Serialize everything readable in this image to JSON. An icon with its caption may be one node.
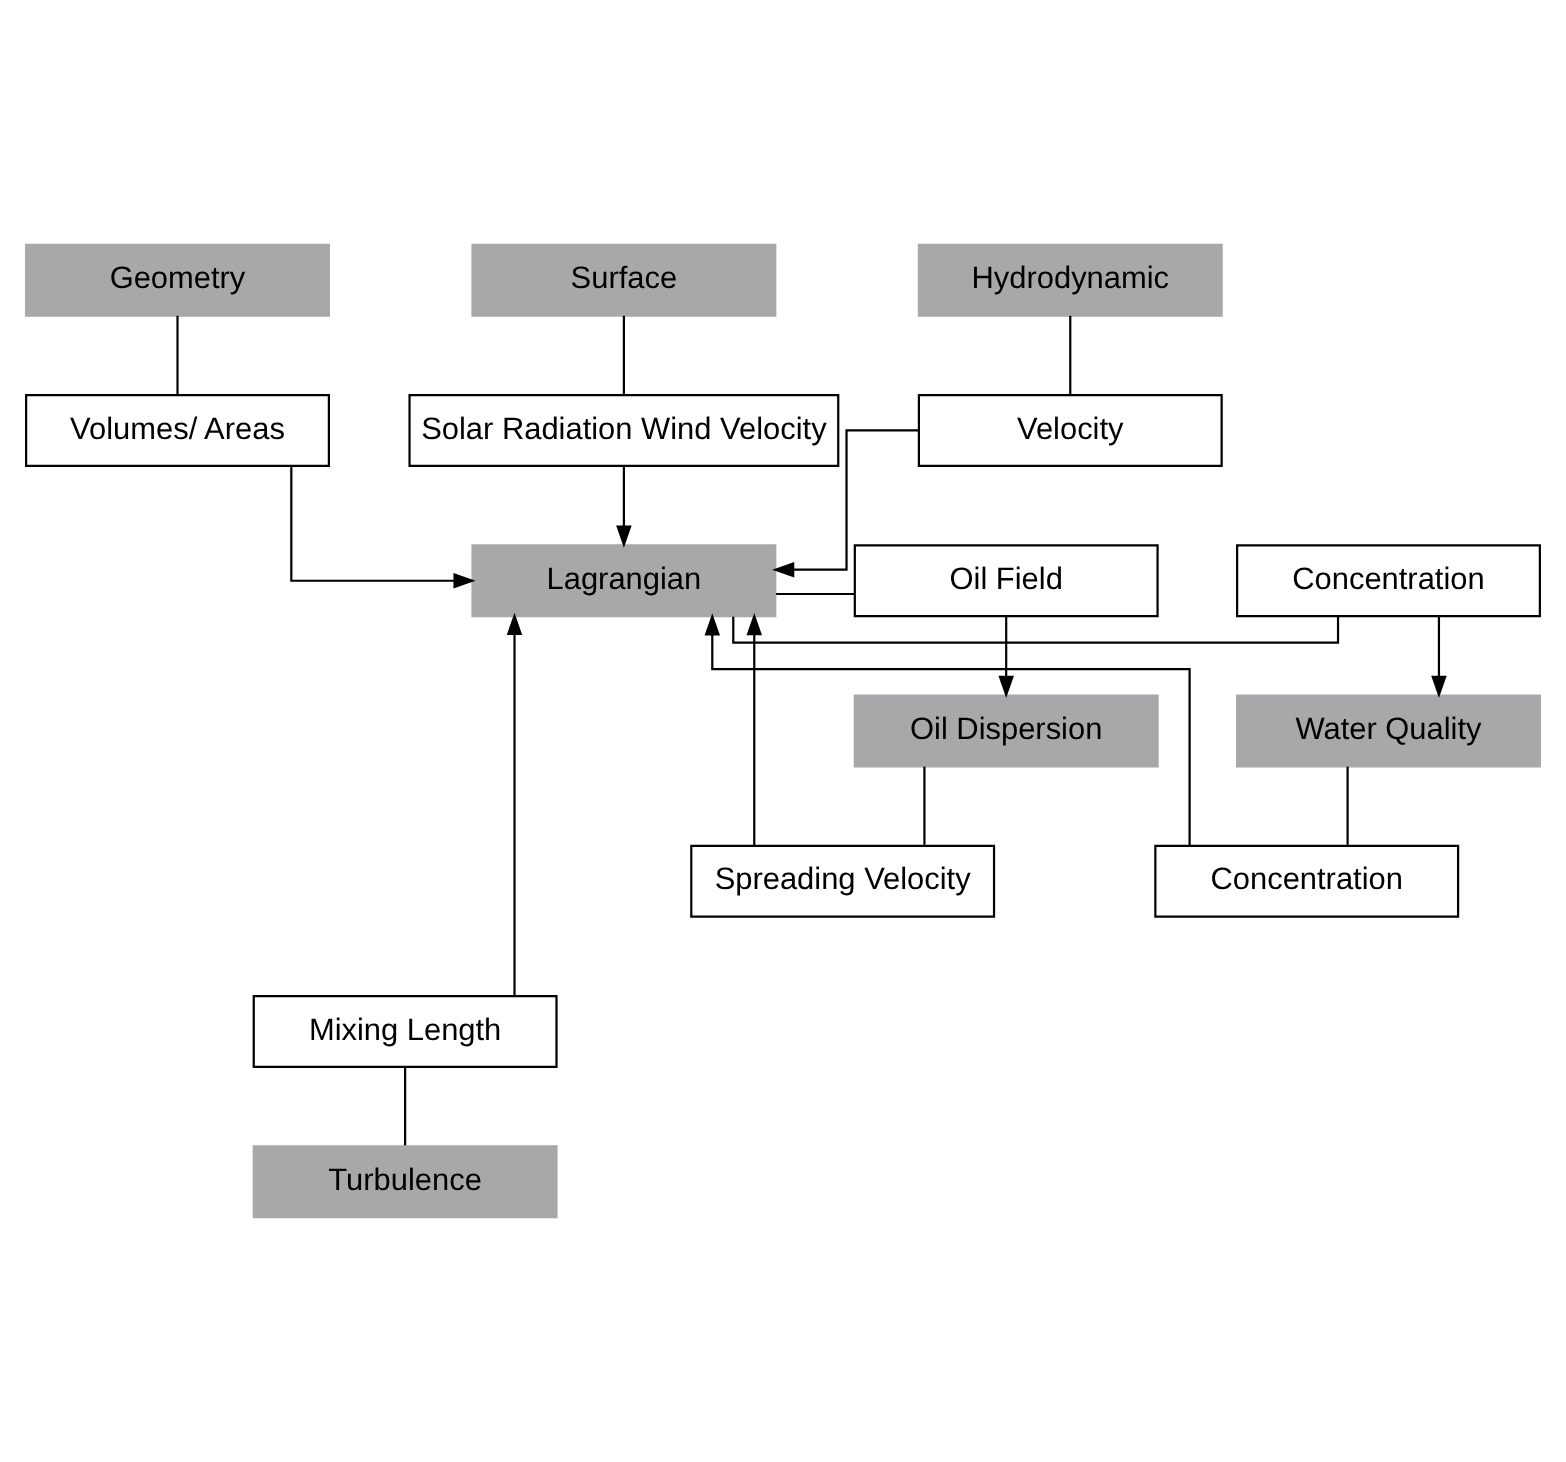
{
  "diagram": {
    "nodes": [
      {
        "text": [
          "Geometry"
        ]
      },
      {
        "text": [
          "Surface"
        ]
      },
      {
        "text": [
          "Hydrodynamic"
        ]
      },
      {
        "text": [
          "Volumes/ Areas"
        ]
      },
      {
        "text": [
          "Solar Radiation Wind Velocity"
        ]
      },
      {
        "text": [
          "Velocity"
        ]
      },
      {
        "text": [
          "Concentration"
        ]
      },
      {
        "text": [
          "Lagrangian"
        ]
      },
      {
        "text": [
          "Oil Field"
        ]
      },
      {
        "text": [
          "Water Quality"
        ]
      },
      {
        "text": [
          "Oil Dispersion"
        ]
      },
      {
        "text": [
          "Concentration"
        ]
      },
      {
        "text": [
          "Spreading Velocity"
        ]
      },
      {
        "text": [
          "Mixing Length"
        ]
      },
      {
        "text": [
          "Turbulence"
        ]
      }
    ],
    "edges": [
      {
        "from": 0,
        "to": 3,
        "arrow": "none"
      },
      {
        "from": 1,
        "to": 4,
        "arrow": "none"
      },
      {
        "from": 2,
        "to": 5,
        "arrow": "none"
      },
      {
        "from": 3,
        "to": 7,
        "arrow": "to"
      },
      {
        "from": 4,
        "to": 7,
        "arrow": "to"
      },
      {
        "from": 5,
        "to": 7,
        "arrow": "to"
      },
      {
        "from": 7,
        "to": 6,
        "arrow": "none"
      },
      {
        "from": 7,
        "to": 8,
        "arrow": "none"
      },
      {
        "from": 6,
        "to": 9,
        "arrow": "to"
      },
      {
        "from": 8,
        "to": 10,
        "arrow": "to"
      },
      {
        "from": 9,
        "to": 11,
        "arrow": "none"
      },
      {
        "from": 10,
        "to": 12,
        "arrow": "none"
      },
      {
        "from": 11,
        "to": 7,
        "arrow": "to"
      },
      {
        "from": 12,
        "to": 7,
        "arrow": "to"
      },
      {
        "from": 13,
        "to": 7,
        "arrow": "to"
      },
      {
        "from": 13,
        "to": 14,
        "arrow": "none"
      }
    ]
  }
}
